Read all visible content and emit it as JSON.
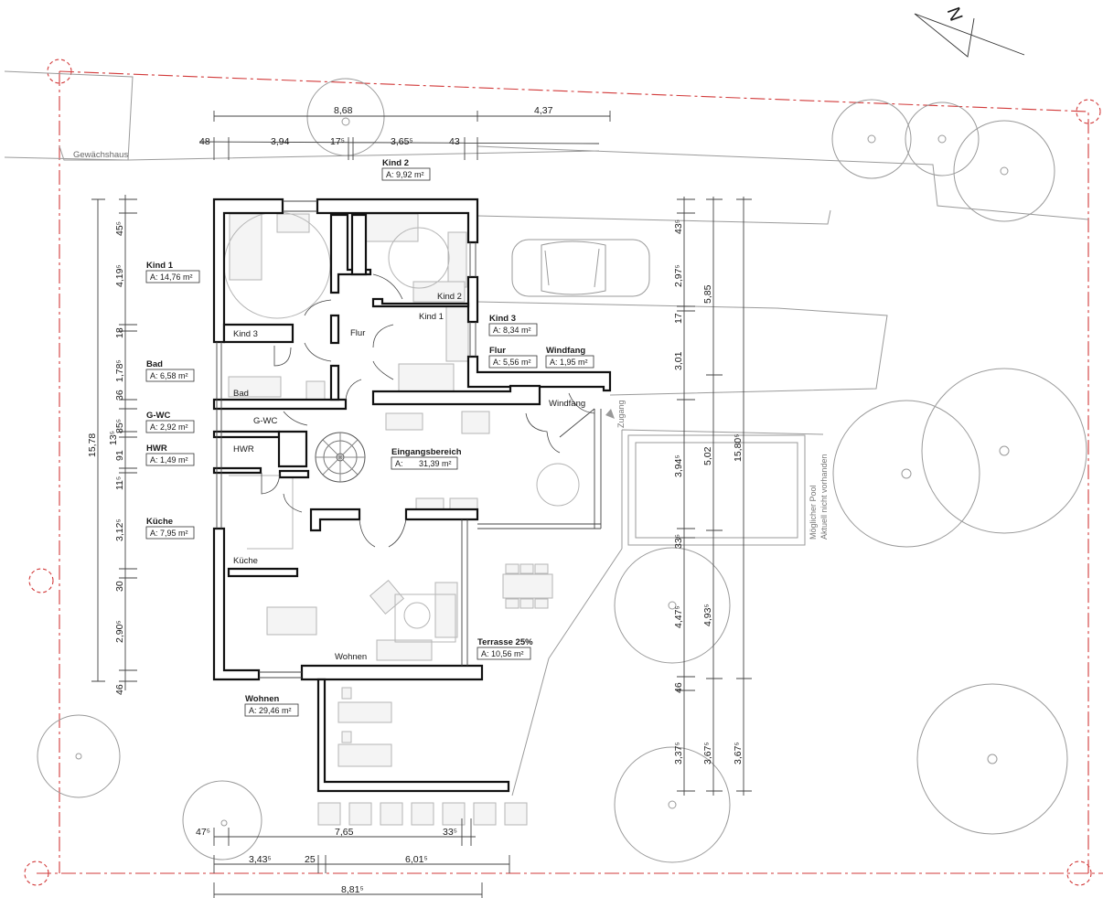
{
  "north_label": "N",
  "site": {
    "greenhouse": "Gewächshaus",
    "pool_line1": "Möglicher Pool",
    "pool_line2": "Aktuell nicht vorhanden",
    "access": "Zugang"
  },
  "room_names": {
    "kind3": "Kind 3",
    "kind2": "Kind 2",
    "kind1": "Kind 1",
    "flur": "Flur",
    "bad": "Bad",
    "gwc": "G-WC",
    "hwr": "HWR",
    "kueche": "Küche",
    "wohnen": "Wohnen",
    "windfang": "Windfang"
  },
  "area_labels": [
    {
      "name": "Kind 1",
      "area": "A: 14,76 m²"
    },
    {
      "name": "Bad",
      "area": "A: 6,58 m²"
    },
    {
      "name": "G-WC",
      "area": "A: 2,92 m²"
    },
    {
      "name": "HWR",
      "area": "A: 1,49 m²"
    },
    {
      "name": "Küche",
      "area": "A: 7,95 m²"
    },
    {
      "name": "Kind 2",
      "area": "A: 9,92 m²"
    },
    {
      "name": "Kind 3",
      "area": "A: 8,34 m²"
    },
    {
      "name": "Flur",
      "area": "A: 5,56 m²"
    },
    {
      "name": "Windfang",
      "area": "A: 1,95 m²"
    },
    {
      "name": "Eingangsbereich",
      "area": "A:       31,39 m²"
    },
    {
      "name": "Terrasse 25%",
      "area": "A: 10,56 m²"
    },
    {
      "name": "Wohnen",
      "area": "A: 29,46 m²"
    }
  ],
  "dimensions": {
    "top_row1": [
      "8,68",
      "4,37"
    ],
    "top_row2": [
      "48",
      "3,94",
      "17⁵",
      "3,65⁵",
      "43"
    ],
    "left_total": "15,78",
    "left_chain": [
      "45⁵",
      "4,19⁵",
      "18",
      "1,78⁵",
      "36",
      "85⁵",
      "13⁵",
      "91",
      "11⁵",
      "3,12⁵",
      "30",
      "2,90⁵",
      "46"
    ],
    "right_chain1": [
      "43⁵",
      "2,97⁵",
      "17",
      "3,01",
      "3,94⁵",
      "33⁵",
      "4,47⁵",
      "46",
      "3,37⁵"
    ],
    "right_chain2": [
      "5,85",
      "5,02",
      "4,93⁵",
      "3,67⁵"
    ],
    "right_chain3": [
      "15,80⁵",
      "3,67⁵"
    ],
    "bottom_row1": [
      "47⁵",
      "7,65",
      "33⁵"
    ],
    "bottom_row2": [
      "3,43⁵",
      "25",
      "6,01⁵"
    ],
    "bottom_row3": [
      "8,81⁵"
    ]
  },
  "colors": {
    "boundary": "#d23a3a",
    "wall": "#111111",
    "site_lines": "#9a9a9a"
  }
}
